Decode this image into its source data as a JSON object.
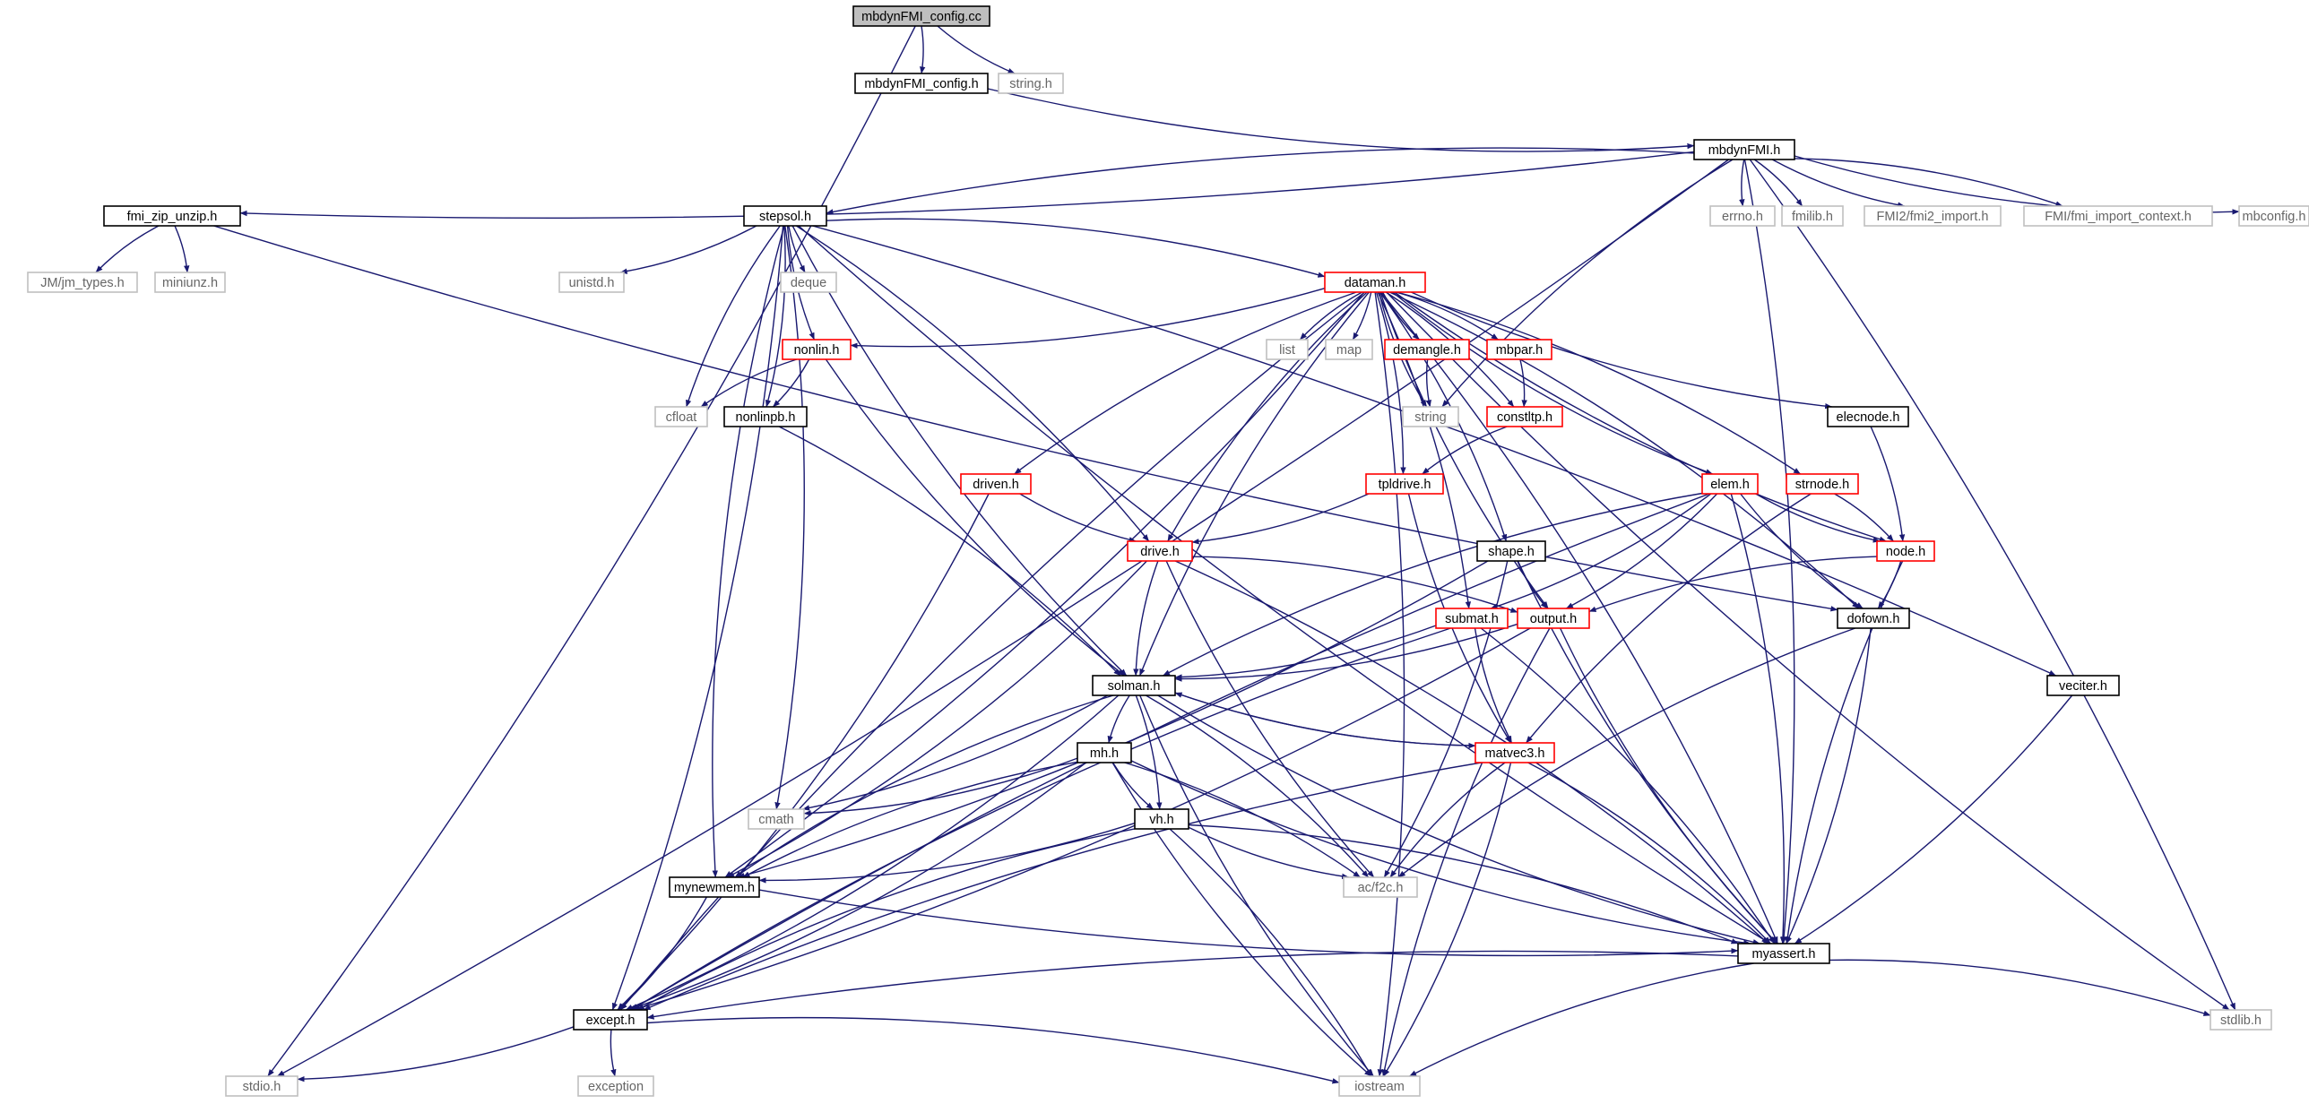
{
  "graph": {
    "title": "",
    "colors": {
      "edge": "#191970",
      "node_normal": "#000000",
      "node_red": "#ff0000",
      "node_gray": "#bfbfbf",
      "root_fill": "#bfbfbf",
      "text_normal": "#000000",
      "text_gray": "#666666"
    },
    "nodes": [
      {
        "id": "root",
        "label": "mbdynFMI_config.cc",
        "style": "root"
      },
      {
        "id": "cfg_h",
        "label": "mbdynFMI_config.h",
        "style": "normal"
      },
      {
        "id": "string_h",
        "label": "string.h",
        "style": "gray"
      },
      {
        "id": "stdio",
        "label": "stdio.h",
        "style": "gray"
      },
      {
        "id": "mbdynFMI",
        "label": "mbdynFMI.h",
        "style": "normal"
      },
      {
        "id": "fmizip",
        "label": "fmi_zip_unzip.h",
        "style": "normal"
      },
      {
        "id": "stepsol",
        "label": "stepsol.h",
        "style": "normal"
      },
      {
        "id": "errno",
        "label": "errno.h",
        "style": "gray"
      },
      {
        "id": "fmilib",
        "label": "fmilib.h",
        "style": "gray"
      },
      {
        "id": "fmi2import",
        "label": "FMI2/fmi2_import.h",
        "style": "gray"
      },
      {
        "id": "fmictx",
        "label": "FMI/fmi_import_context.h",
        "style": "gray"
      },
      {
        "id": "mbconfig",
        "label": "mbconfig.h",
        "style": "gray"
      },
      {
        "id": "jmtypes",
        "label": "JM/jm_types.h",
        "style": "gray"
      },
      {
        "id": "miniunz",
        "label": "miniunz.h",
        "style": "gray"
      },
      {
        "id": "unistd",
        "label": "unistd.h",
        "style": "gray"
      },
      {
        "id": "deque",
        "label": "deque",
        "style": "gray"
      },
      {
        "id": "dataman",
        "label": "dataman.h",
        "style": "red"
      },
      {
        "id": "nonlin",
        "label": "nonlin.h",
        "style": "red"
      },
      {
        "id": "list",
        "label": "list",
        "style": "gray"
      },
      {
        "id": "map",
        "label": "map",
        "style": "gray"
      },
      {
        "id": "demangle",
        "label": "demangle.h",
        "style": "red"
      },
      {
        "id": "mbpar",
        "label": "mbpar.h",
        "style": "red"
      },
      {
        "id": "cfloat",
        "label": "cfloat",
        "style": "gray"
      },
      {
        "id": "nonlinpb",
        "label": "nonlinpb.h",
        "style": "normal"
      },
      {
        "id": "string",
        "label": "string",
        "style": "gray"
      },
      {
        "id": "constltp",
        "label": "constltp.h",
        "style": "red"
      },
      {
        "id": "elecnode",
        "label": "elecnode.h",
        "style": "normal"
      },
      {
        "id": "driven",
        "label": "driven.h",
        "style": "red"
      },
      {
        "id": "tpldrive",
        "label": "tpldrive.h",
        "style": "red"
      },
      {
        "id": "elem",
        "label": "elem.h",
        "style": "red"
      },
      {
        "id": "strnode",
        "label": "strnode.h",
        "style": "red"
      },
      {
        "id": "drive",
        "label": "drive.h",
        "style": "red"
      },
      {
        "id": "shape",
        "label": "shape.h",
        "style": "normal"
      },
      {
        "id": "node",
        "label": "node.h",
        "style": "red"
      },
      {
        "id": "submat",
        "label": "submat.h",
        "style": "red"
      },
      {
        "id": "output",
        "label": "output.h",
        "style": "red"
      },
      {
        "id": "dofown",
        "label": "dofown.h",
        "style": "normal"
      },
      {
        "id": "solman",
        "label": "solman.h",
        "style": "normal"
      },
      {
        "id": "veciter",
        "label": "veciter.h",
        "style": "normal"
      },
      {
        "id": "mh",
        "label": "mh.h",
        "style": "normal"
      },
      {
        "id": "matvec3",
        "label": "matvec3.h",
        "style": "red"
      },
      {
        "id": "cmath",
        "label": "cmath",
        "style": "gray"
      },
      {
        "id": "vh",
        "label": "vh.h",
        "style": "normal"
      },
      {
        "id": "mynewmem",
        "label": "mynewmem.h",
        "style": "normal"
      },
      {
        "id": "acf2c",
        "label": "ac/f2c.h",
        "style": "gray"
      },
      {
        "id": "myassert",
        "label": "myassert.h",
        "style": "normal"
      },
      {
        "id": "except",
        "label": "except.h",
        "style": "normal"
      },
      {
        "id": "stdlib",
        "label": "stdlib.h",
        "style": "gray"
      },
      {
        "id": "exception",
        "label": "exception",
        "style": "gray"
      },
      {
        "id": "iostream",
        "label": "iostream",
        "style": "gray"
      }
    ],
    "edges": [
      [
        "root",
        "cfg_h"
      ],
      [
        "root",
        "string_h"
      ],
      [
        "root",
        "stdio"
      ],
      [
        "cfg_h",
        "mbdynFMI"
      ],
      [
        "mbdynFMI",
        "fmizip"
      ],
      [
        "mbdynFMI",
        "stepsol"
      ],
      [
        "mbdynFMI",
        "stdio"
      ],
      [
        "mbdynFMI",
        "errno"
      ],
      [
        "mbdynFMI",
        "fmilib"
      ],
      [
        "mbdynFMI",
        "fmi2import"
      ],
      [
        "mbdynFMI",
        "fmictx"
      ],
      [
        "mbdynFMI",
        "mbconfig"
      ],
      [
        "mbdynFMI",
        "stdlib"
      ],
      [
        "mbdynFMI",
        "string"
      ],
      [
        "mbdynFMI",
        "myassert"
      ],
      [
        "fmizip",
        "jmtypes"
      ],
      [
        "fmizip",
        "miniunz"
      ],
      [
        "fmizip",
        "dofown"
      ],
      [
        "stepsol",
        "unistd"
      ],
      [
        "stepsol",
        "deque"
      ],
      [
        "stepsol",
        "dataman"
      ],
      [
        "stepsol",
        "nonlin"
      ],
      [
        "stepsol",
        "nonlinpb"
      ],
      [
        "stepsol",
        "cfloat"
      ],
      [
        "stepsol",
        "drive"
      ],
      [
        "stepsol",
        "solman"
      ],
      [
        "stepsol",
        "cmath"
      ],
      [
        "stepsol",
        "mynewmem"
      ],
      [
        "stepsol",
        "except"
      ],
      [
        "stepsol",
        "myassert"
      ],
      [
        "stepsol",
        "veciter"
      ],
      [
        "dataman",
        "list"
      ],
      [
        "dataman",
        "map"
      ],
      [
        "dataman",
        "demangle"
      ],
      [
        "dataman",
        "mbpar"
      ],
      [
        "dataman",
        "string"
      ],
      [
        "dataman",
        "constltp"
      ],
      [
        "dataman",
        "elecnode"
      ],
      [
        "dataman",
        "nonlin"
      ],
      [
        "dataman",
        "driven"
      ],
      [
        "dataman",
        "tpldrive"
      ],
      [
        "dataman",
        "elem"
      ],
      [
        "dataman",
        "strnode"
      ],
      [
        "dataman",
        "drive"
      ],
      [
        "dataman",
        "shape"
      ],
      [
        "dataman",
        "node"
      ],
      [
        "dataman",
        "submat"
      ],
      [
        "dataman",
        "output"
      ],
      [
        "dataman",
        "dofown"
      ],
      [
        "dataman",
        "solman"
      ],
      [
        "dataman",
        "mynewmem"
      ],
      [
        "dataman",
        "except"
      ],
      [
        "dataman",
        "myassert"
      ],
      [
        "dataman",
        "stdlib"
      ],
      [
        "dataman",
        "iostream"
      ],
      [
        "nonlin",
        "cfloat"
      ],
      [
        "nonlin",
        "nonlinpb"
      ],
      [
        "nonlin",
        "solman"
      ],
      [
        "nonlinpb",
        "solman"
      ],
      [
        "demangle",
        "string"
      ],
      [
        "mbpar",
        "constltp"
      ],
      [
        "constltp",
        "tpldrive"
      ],
      [
        "tpldrive",
        "drive"
      ],
      [
        "tpldrive",
        "matvec3"
      ],
      [
        "elecnode",
        "node"
      ],
      [
        "driven",
        "drive"
      ],
      [
        "driven",
        "except"
      ],
      [
        "elem",
        "node"
      ],
      [
        "elem",
        "output"
      ],
      [
        "elem",
        "dofown"
      ],
      [
        "elem",
        "submat"
      ],
      [
        "elem",
        "solman"
      ],
      [
        "elem",
        "myassert"
      ],
      [
        "elem",
        "except"
      ],
      [
        "strnode",
        "node"
      ],
      [
        "strnode",
        "matvec3"
      ],
      [
        "drive",
        "output"
      ],
      [
        "drive",
        "solman"
      ],
      [
        "drive",
        "mynewmem"
      ],
      [
        "drive",
        "acf2c"
      ],
      [
        "drive",
        "myassert"
      ],
      [
        "shape",
        "output"
      ],
      [
        "shape",
        "acf2c"
      ],
      [
        "shape",
        "myassert"
      ],
      [
        "shape",
        "mynewmem"
      ],
      [
        "node",
        "output"
      ],
      [
        "node",
        "dofown"
      ],
      [
        "node",
        "myassert"
      ],
      [
        "submat",
        "solman"
      ],
      [
        "submat",
        "matvec3"
      ],
      [
        "submat",
        "myassert"
      ],
      [
        "submat",
        "except"
      ],
      [
        "output",
        "solman"
      ],
      [
        "output",
        "myassert"
      ],
      [
        "output",
        "except"
      ],
      [
        "output",
        "iostream"
      ],
      [
        "dofown",
        "myassert"
      ],
      [
        "dofown",
        "acf2c"
      ],
      [
        "veciter",
        "myassert"
      ],
      [
        "solman",
        "mh"
      ],
      [
        "solman",
        "vh"
      ],
      [
        "solman",
        "matvec3"
      ],
      [
        "solman",
        "cmath"
      ],
      [
        "solman",
        "mynewmem"
      ],
      [
        "solman",
        "acf2c"
      ],
      [
        "solman",
        "myassert"
      ],
      [
        "solman",
        "except"
      ],
      [
        "solman",
        "iostream"
      ],
      [
        "matvec3",
        "solman"
      ],
      [
        "matvec3",
        "acf2c"
      ],
      [
        "matvec3",
        "myassert"
      ],
      [
        "matvec3",
        "except"
      ],
      [
        "matvec3",
        "iostream"
      ],
      [
        "mh",
        "vh"
      ],
      [
        "mh",
        "cmath"
      ],
      [
        "mh",
        "mynewmem"
      ],
      [
        "mh",
        "acf2c"
      ],
      [
        "mh",
        "myassert"
      ],
      [
        "mh",
        "except"
      ],
      [
        "mh",
        "iostream"
      ],
      [
        "vh",
        "mynewmem"
      ],
      [
        "vh",
        "acf2c"
      ],
      [
        "vh",
        "myassert"
      ],
      [
        "vh",
        "except"
      ],
      [
        "vh",
        "iostream"
      ],
      [
        "mynewmem",
        "myassert"
      ],
      [
        "mynewmem",
        "except"
      ],
      [
        "myassert",
        "except"
      ],
      [
        "myassert",
        "stdlib"
      ],
      [
        "myassert",
        "iostream"
      ],
      [
        "except",
        "stdio"
      ],
      [
        "except",
        "exception"
      ],
      [
        "except",
        "iostream"
      ]
    ]
  }
}
